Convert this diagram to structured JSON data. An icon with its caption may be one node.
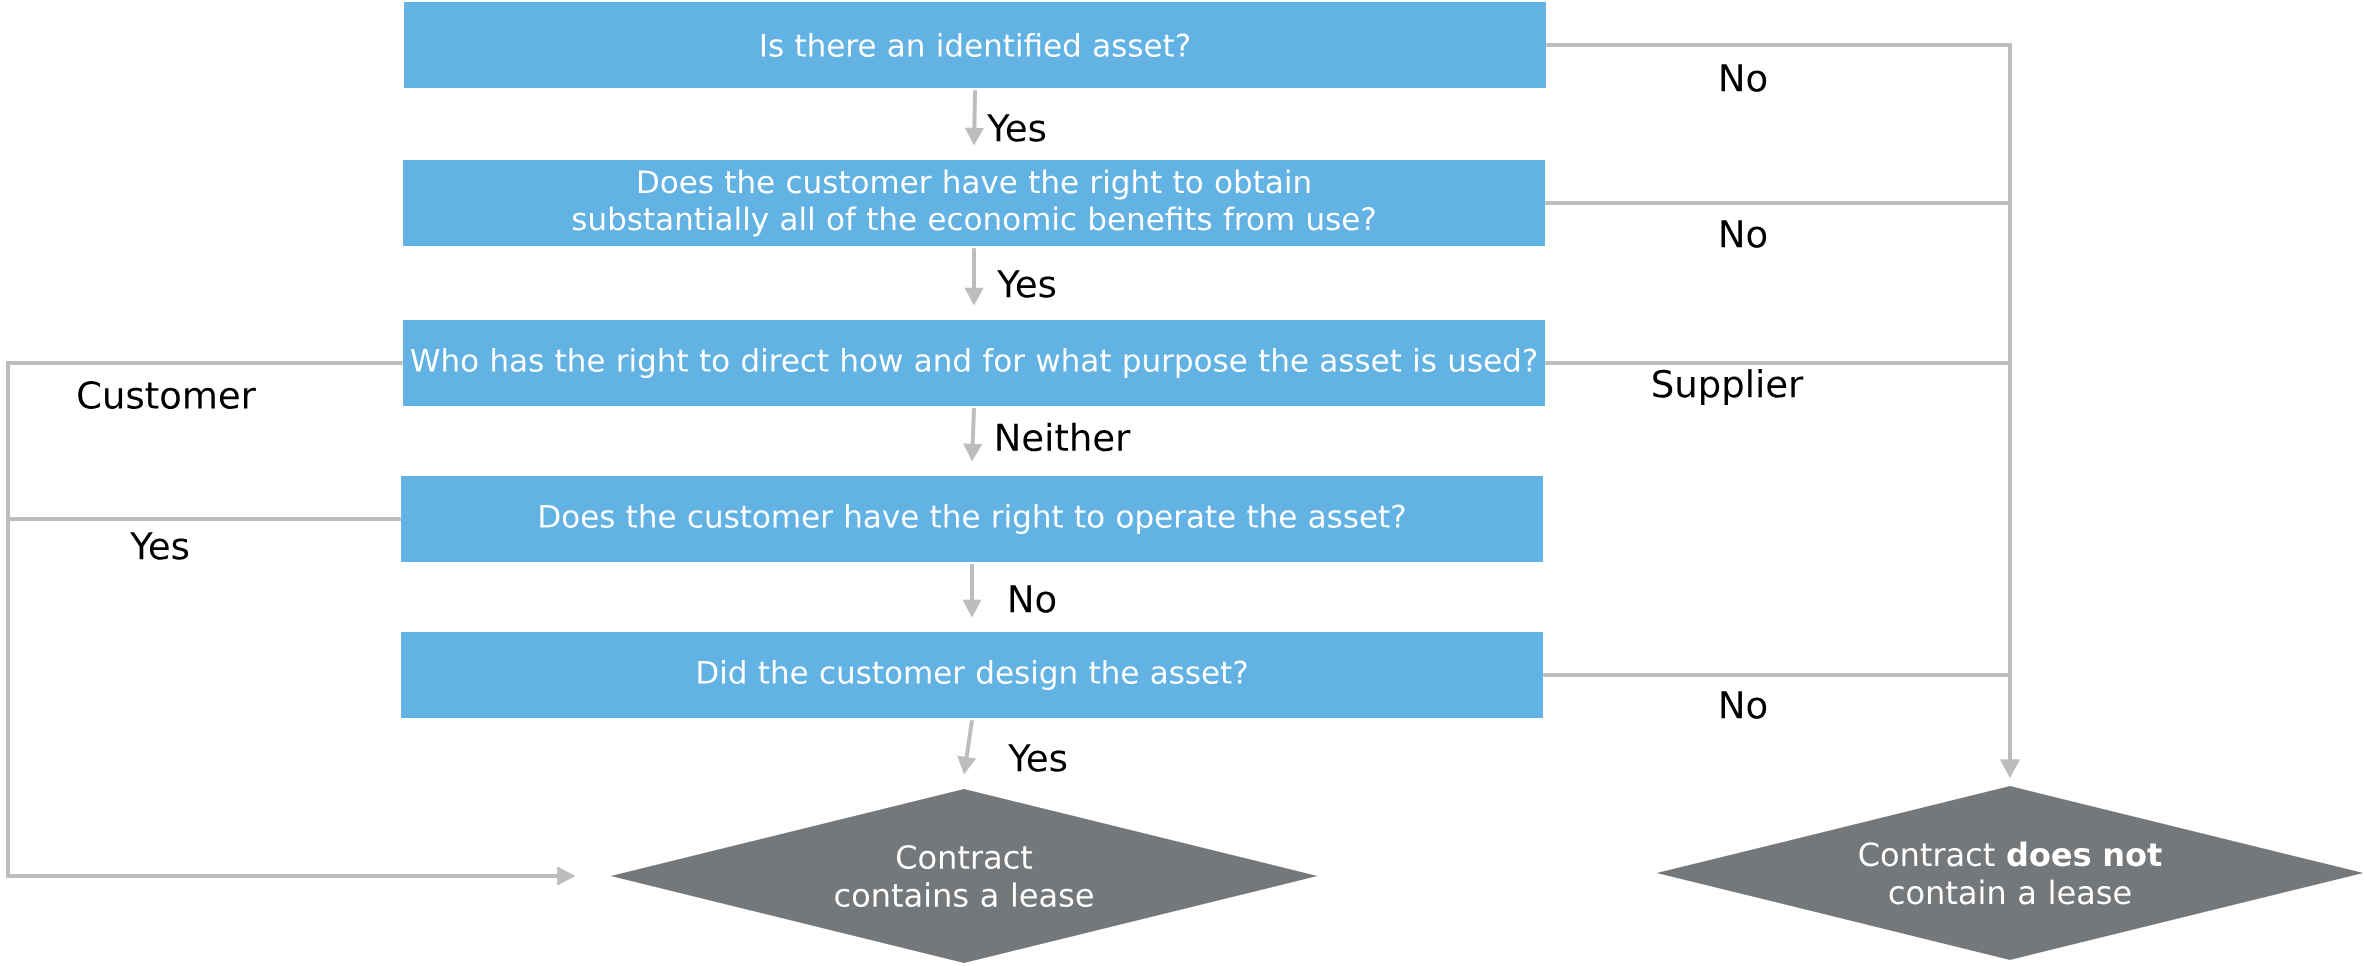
{
  "diagram": {
    "nodes": [
      {
        "text": [
          "Is there an identified asset?"
        ]
      },
      {
        "text": [
          "Does the customer have the right to obtain substantially all of the economic benefits from use?"
        ]
      },
      {
        "text": [
          "Who has the right to direct how and for what purpose the asset is used?"
        ]
      },
      {
        "text": [
          "Does the customer have the right to operate the asset?"
        ]
      },
      {
        "text": [
          "Did the customer design the asset?"
        ]
      },
      {
        "text": [
          "Contract contains a lease"
        ]
      },
      {
        "text": [
          "Contract **does not** contain a lease"
        ]
      }
    ],
    "edges": [
      {
        "from": 0,
        "to": 1,
        "arrow": "to",
        "label": "Yes"
      },
      {
        "from": 1,
        "to": 2,
        "arrow": "to",
        "label": "Yes"
      },
      {
        "from": 2,
        "to": 3,
        "arrow": "to",
        "label": "Neither"
      },
      {
        "from": 3,
        "to": 4,
        "arrow": "to",
        "label": "No"
      },
      {
        "from": 4,
        "to": 5,
        "arrow": "to",
        "label": "Yes"
      },
      {
        "from": 0,
        "to": 6,
        "arrow": "to",
        "label": "No"
      },
      {
        "from": 1,
        "to": 6,
        "arrow": "to",
        "label": "No"
      },
      {
        "from": 2,
        "to": 6,
        "arrow": "to",
        "label": "Supplier"
      },
      {
        "from": 4,
        "to": 6,
        "arrow": "to",
        "label": "No"
      },
      {
        "from": 2,
        "to": 5,
        "arrow": "to",
        "label": "Customer"
      },
      {
        "from": 3,
        "to": 5,
        "arrow": "to",
        "label": "Yes"
      }
    ]
  }
}
